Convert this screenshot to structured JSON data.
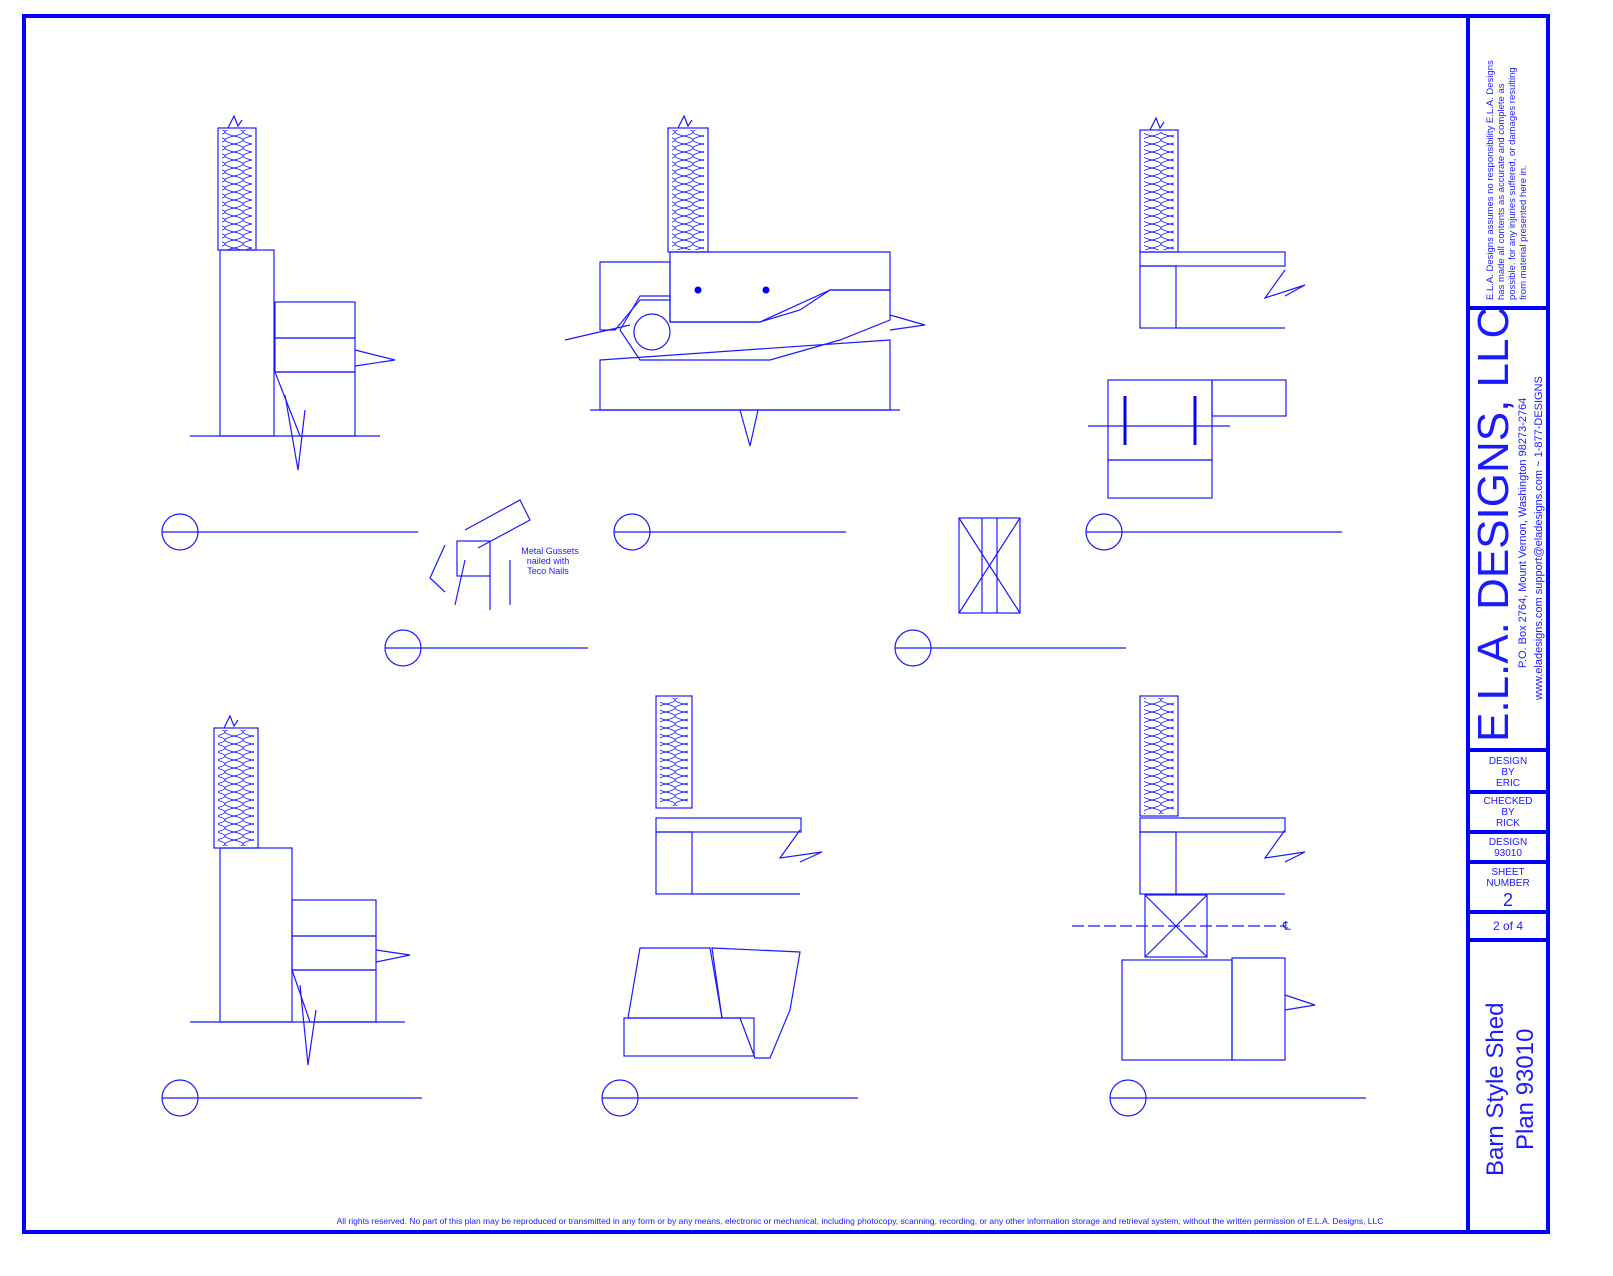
{
  "title_block": {
    "disclaimer": [
      "E.L.A. Designs assumes no responsibility  E.L.A. Designs",
      "has made all contents as accurate and complete as",
      "possible. for any injuries suffered, or damages resulting",
      "from material presented here in."
    ],
    "company": "E.L.A. DESIGNS, LLC",
    "address": "P.O. Box 2764, Mount Vernon, Washington 98273-2764",
    "contact": "www.eladesigns.com support@eladesigns.com ~ 1-877-DESIGNS",
    "design_by": [
      "DESIGN",
      "BY",
      "ERIC"
    ],
    "checked_by": [
      "CHECKED",
      "BY",
      "RICK"
    ],
    "design_number": [
      "DESIGN",
      "93010"
    ],
    "sheet_number_label": [
      "SHEET",
      "NUMBER"
    ],
    "sheet_number": "2",
    "sheet_count": "2 of 4",
    "project_title": "Barn Style Shed",
    "project_plan": "Plan 93010"
  },
  "notes": {
    "gusset": [
      "Metal Gussets",
      "nailed with",
      "Teco Nails"
    ],
    "footer": "All rights reserved. No part of this plan may be reproduced or transmitted in any form or by any means, electronic or mechanical, including photocopy, scanning, recording, or any other information storage and retrieval system, without the written permission of E.L.A. Designs, LLC",
    "centerline": "℄"
  },
  "colors": {
    "line": "#1a1aff",
    "border": "#0000ff"
  }
}
